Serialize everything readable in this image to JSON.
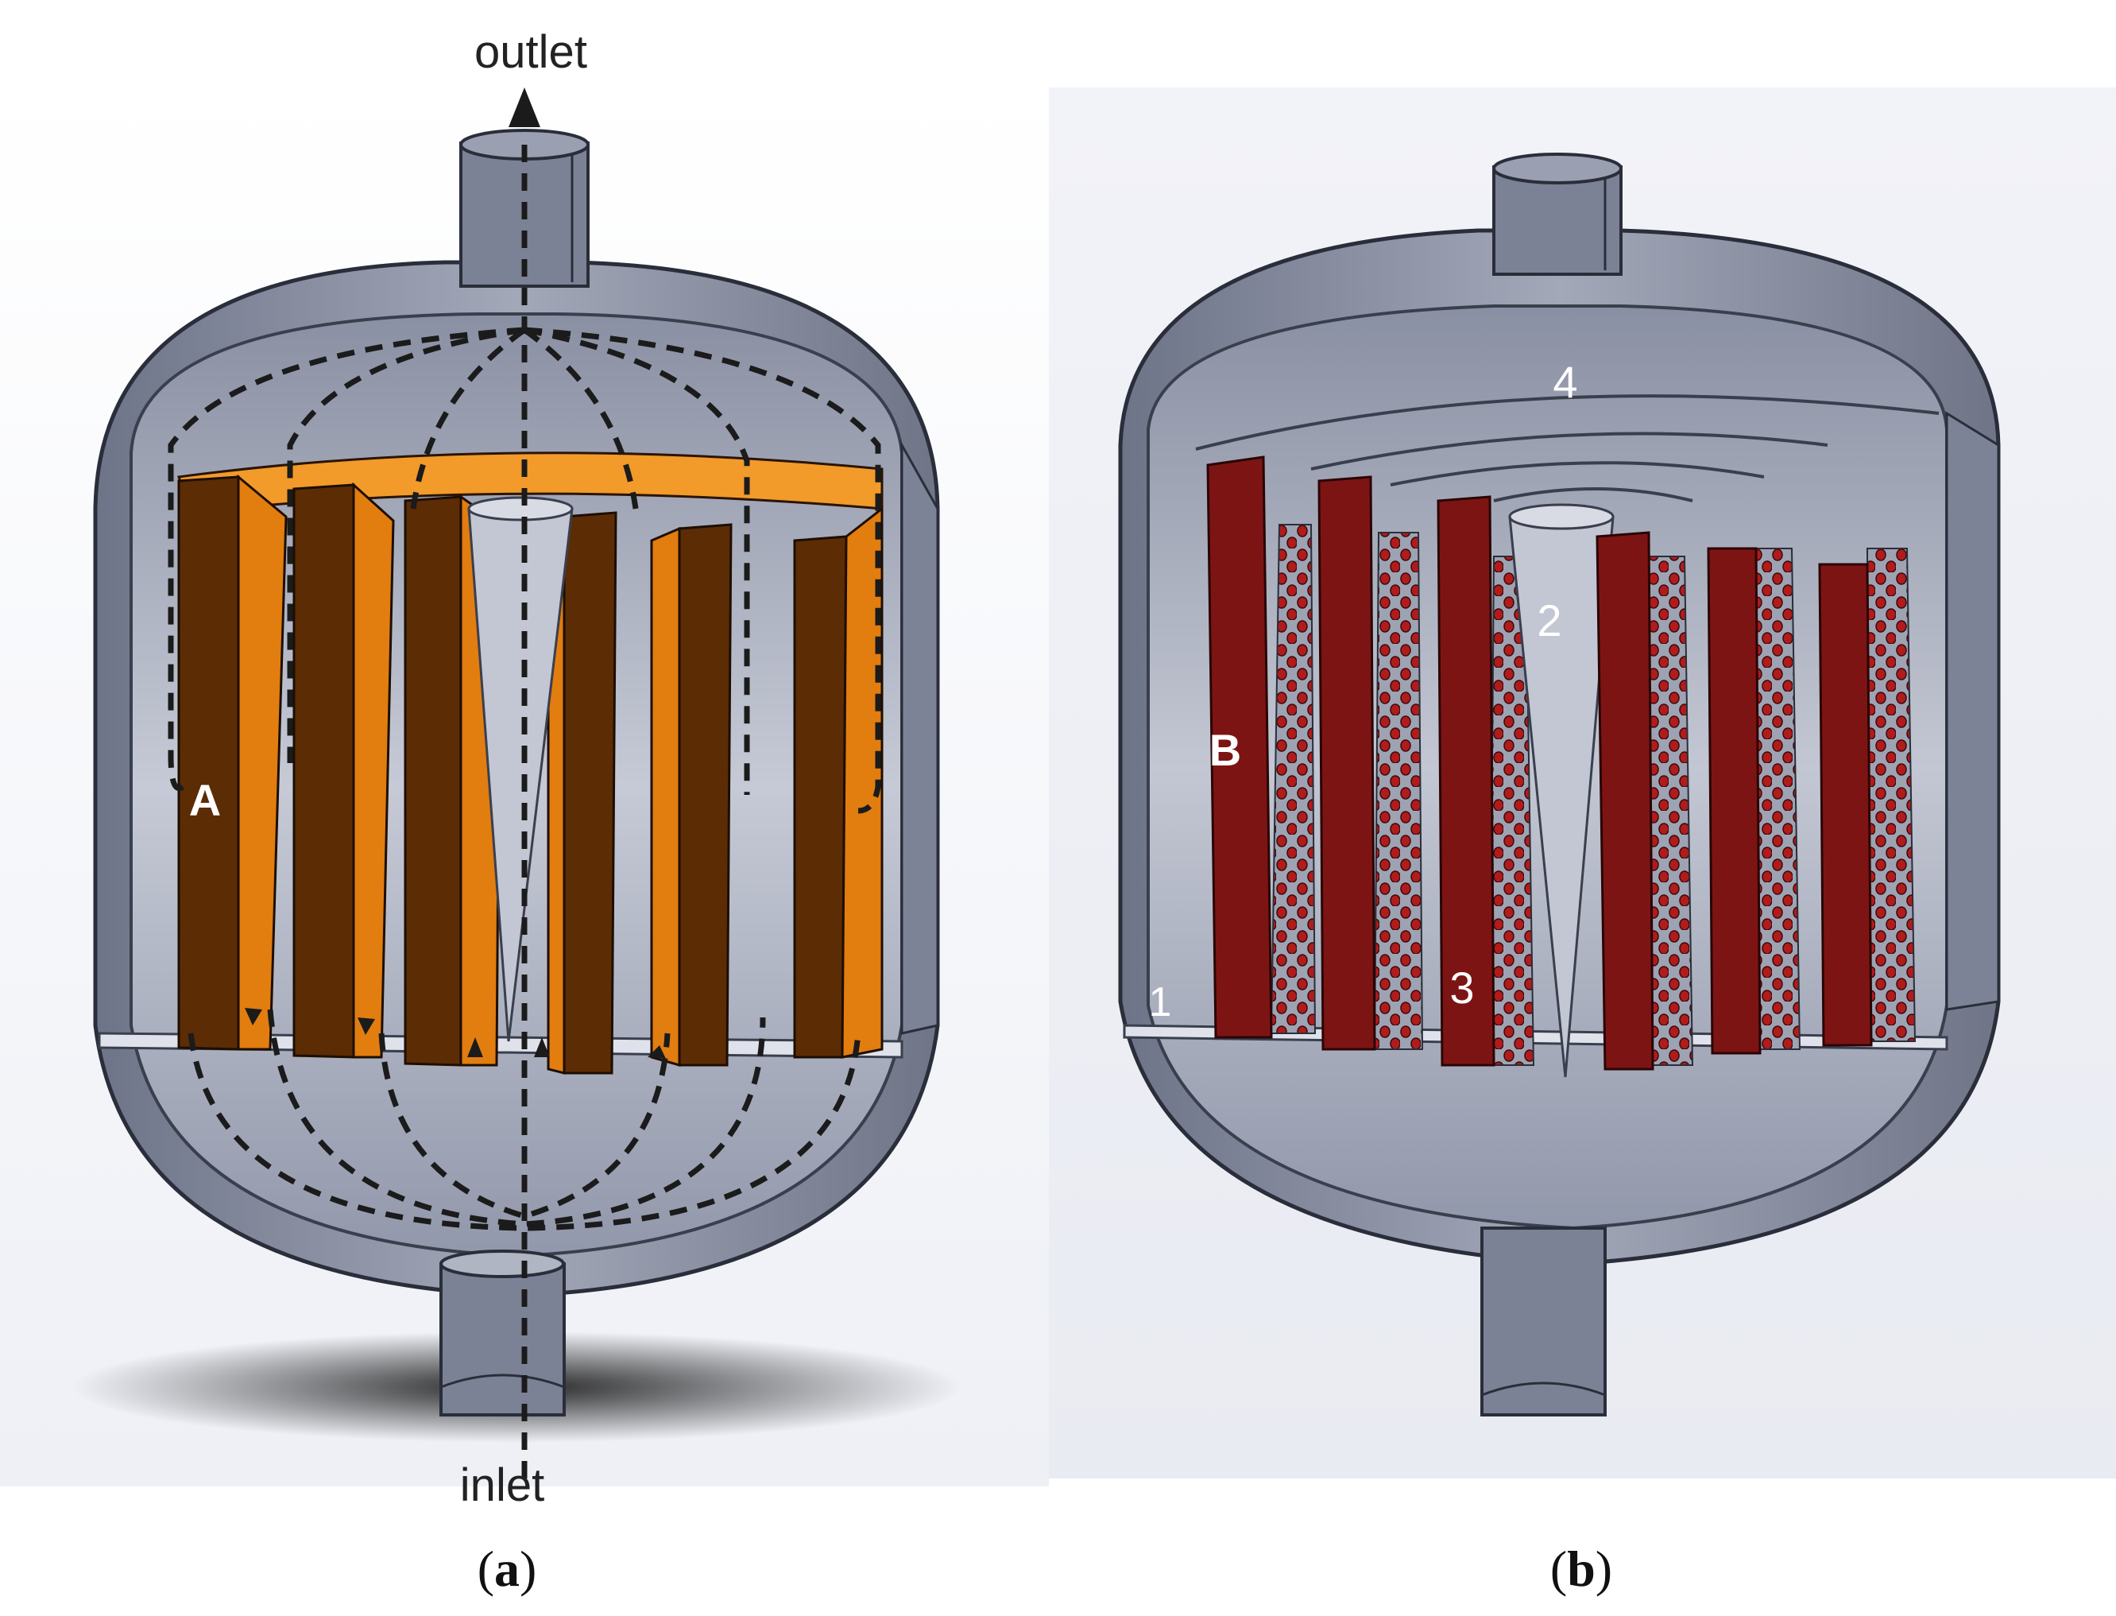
{
  "panel_a": {
    "flow_labels": {
      "outlet": "outlet",
      "inlet": "inlet"
    },
    "part_label": "A",
    "caption": {
      "open": "(",
      "letter": "a",
      "close": ")"
    },
    "colors": {
      "fin_face": "#5c2c05",
      "fin_side": "#e27d10",
      "fin_top": "#f29a2a",
      "shell": "#7f8597"
    }
  },
  "panel_b": {
    "part_label": "B",
    "numbers": {
      "n1": "1",
      "n2": "2",
      "n3": "3",
      "n4": "4"
    },
    "caption": {
      "open": "(",
      "letter": "b",
      "close": ")"
    },
    "colors": {
      "fin_face": "#7d1414",
      "perforation": "#b01c1c",
      "shell": "#7f8597"
    }
  }
}
